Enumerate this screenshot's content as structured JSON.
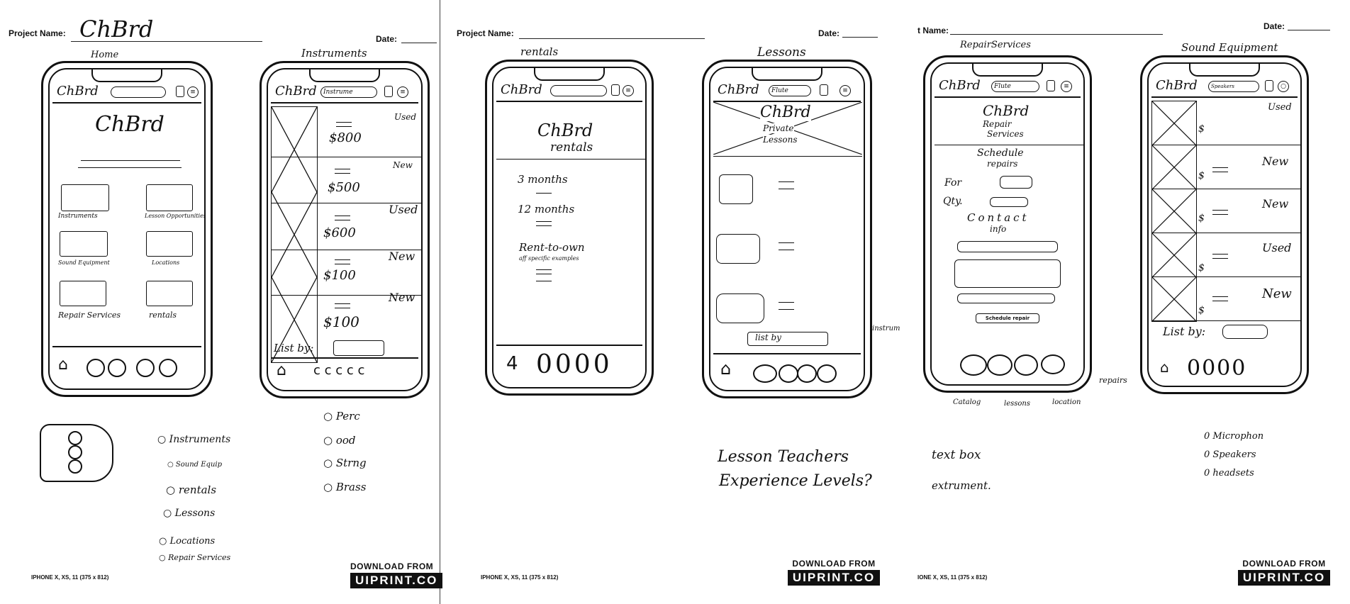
{
  "sheet": {
    "project_label": "Project Name:",
    "project_label_short": "t Name:",
    "date_label": "Date:",
    "project_value": "ChBrd",
    "device_label": "IPHONE X, XS, 11 (375 x 812)",
    "device_label_short": "IONE X, XS, 11 (375 x 812)",
    "download_label": "DOWNLOAD FROM",
    "download_label_cut": "DOWNLOAD FROM",
    "brand": "UIPRINT.CO",
    "brand_cut": "UIPRINT.CO"
  },
  "screens": {
    "home": {
      "title": "Home",
      "logo": "ChBrd",
      "hero": "ChBrd",
      "tiles": [
        "Instruments",
        "Lesson Opportunities",
        "Sound Equipment",
        "Locations",
        "Repair Services",
        "rentals"
      ]
    },
    "instruments": {
      "title": "Instruments",
      "logo": "ChBrd",
      "search": "Instrume",
      "rows": [
        {
          "tag": "Used",
          "price": "$800"
        },
        {
          "tag": "New",
          "price": "$500"
        },
        {
          "tag": "Used",
          "price": "$600"
        },
        {
          "tag": "New",
          "price": "$100"
        },
        {
          "tag": "New",
          "price": "$100"
        }
      ],
      "list_by": "List by:",
      "options": [
        "Perc",
        "ood",
        "Strng",
        "Brass"
      ]
    },
    "rentals": {
      "title": "rentals",
      "logo": "ChBrd",
      "hero1": "ChBrd",
      "hero2": "rentals",
      "plans": [
        "3 months",
        "12 months",
        "Rent-to-own"
      ],
      "plans_note": "aff specific examples",
      "bottom_icons": "0000"
    },
    "lessons": {
      "title": "Lessons",
      "logo": "ChBrd",
      "search": "Flute",
      "hero1": "ChBrd",
      "hero2": "Private",
      "hero3": "Lessons",
      "list_by": "list by",
      "list_note": "instrument",
      "note1": "Lesson Teachers",
      "note2": "Experience Levels?"
    },
    "repair": {
      "title": "RepairServices",
      "logo": "ChBrd",
      "search": "Flute",
      "hero1": "ChBrd",
      "hero2": "Repair",
      "hero3": "Services",
      "schedule1": "Schedule",
      "schedule2": "repairs",
      "for_label": "For",
      "qty_label": "Qty.",
      "contact1": "Contact",
      "contact2": "info",
      "submit": "Schedule repair",
      "nav_labels": [
        "Catalog",
        "lessons",
        "location"
      ],
      "nav_note": "repairs",
      "note1": "text box",
      "note2": "extrument."
    },
    "sound": {
      "title": "Sound Equipment",
      "logo": "ChBrd",
      "search": "Speakers",
      "rows": [
        {
          "tag": "Used",
          "price": "$"
        },
        {
          "tag": "New",
          "price": "$"
        },
        {
          "tag": "New",
          "price": "$"
        },
        {
          "tag": "Used",
          "price": "$"
        },
        {
          "tag": "New",
          "price": "$"
        }
      ],
      "list_by": "List by:",
      "options": [
        "Microphon",
        "Speakers",
        "headsets"
      ]
    }
  },
  "menu": {
    "items": [
      "Instruments",
      "Sound Equip",
      "rentals",
      "Lessons",
      "Locations",
      "Repair Services"
    ]
  }
}
